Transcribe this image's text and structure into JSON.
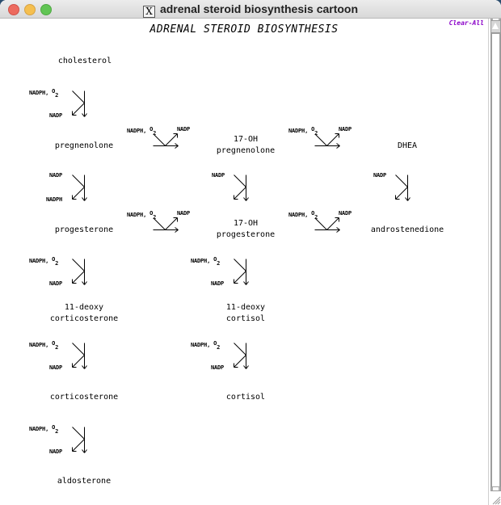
{
  "window": {
    "title": "adrenal steroid biosynthesis cartoon",
    "title_icon": "x11-icon",
    "controls": [
      "close",
      "minimize",
      "maximize"
    ]
  },
  "canvas": {
    "heading": "ADRENAL STEROID BIOSYNTHESIS",
    "clear_all_label": "Clear-All",
    "clear_all_color": "#8a00c8"
  },
  "compounds": {
    "cholesterol": "cholesterol",
    "pregnenolone": "pregnenolone",
    "oh17_pregnenolone": "17-OH\npregnenolone",
    "dhea": "DHEA",
    "progesterone": "progesterone",
    "oh17_progesterone": "17-OH\nprogesterone",
    "androstenedione": "androstenedione",
    "deoxycorticosterone": "11-deoxy\ncorticosterone",
    "deoxycortisol": "11-deoxy\ncortisol",
    "corticosterone": "corticosterone",
    "cortisol": "cortisol",
    "aldosterone": "aldosterone"
  },
  "cofactors": {
    "nadph": "NADPH,",
    "o": "O",
    "two": "2",
    "nadp": "NADP",
    "nadph_plain": "NADPH"
  },
  "reactions": [
    {
      "from": "cholesterol",
      "to": "pregnenolone",
      "in": "NADPH, O2",
      "out": "NADP",
      "direction": "down"
    },
    {
      "from": "pregnenolone",
      "to": "17-OH pregnenolone",
      "in": "NADPH, O2",
      "out": "NADP",
      "direction": "right"
    },
    {
      "from": "17-OH pregnenolone",
      "to": "DHEA",
      "in": "NADPH, O2",
      "out": "NADP",
      "direction": "right"
    },
    {
      "from": "pregnenolone",
      "to": "progesterone",
      "in": "NADP",
      "out": "NADPH",
      "direction": "down"
    },
    {
      "from": "17-OH pregnenolone",
      "to": "17-OH progesterone",
      "in": "NADP",
      "out": "",
      "direction": "down"
    },
    {
      "from": "DHEA",
      "to": "androstenedione",
      "in": "NADP",
      "out": "",
      "direction": "down"
    },
    {
      "from": "progesterone",
      "to": "17-OH progesterone",
      "in": "NADPH, O2",
      "out": "NADP",
      "direction": "right"
    },
    {
      "from": "17-OH progesterone",
      "to": "androstenedione",
      "in": "NADPH, O2",
      "out": "NADP",
      "direction": "right"
    },
    {
      "from": "progesterone",
      "to": "11-deoxy corticosterone",
      "in": "NADPH, O2",
      "out": "NADP",
      "direction": "down"
    },
    {
      "from": "17-OH progesterone",
      "to": "11-deoxy cortisol",
      "in": "NADPH, O2",
      "out": "NADP",
      "direction": "down"
    },
    {
      "from": "11-deoxy corticosterone",
      "to": "corticosterone",
      "in": "NADPH, O2",
      "out": "NADP",
      "direction": "down"
    },
    {
      "from": "11-deoxy cortisol",
      "to": "cortisol",
      "in": "NADPH, O2",
      "out": "NADP",
      "direction": "down"
    },
    {
      "from": "corticosterone",
      "to": "aldosterone",
      "in": "NADPH, O2",
      "out": "NADP",
      "direction": "down"
    }
  ]
}
